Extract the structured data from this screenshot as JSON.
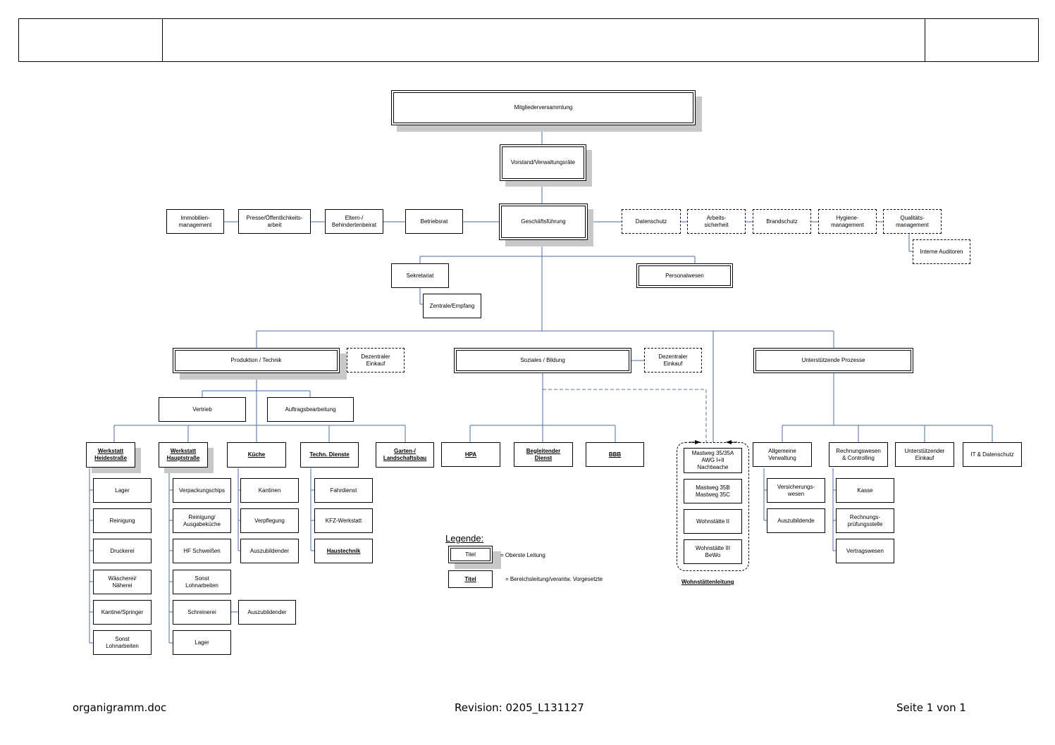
{
  "boxes": {
    "mitglieder": "Mitgliederversammlung",
    "vorstand": "Vorstand/Verwaltungsräte",
    "gf": "Geschäftsführung",
    "immobilien": "Immobilien-\nmanagement",
    "presse": "Presse/Öffentlichkeits-\narbeit",
    "eltern": "Eltern-/\nBehindertenbeirat",
    "betriebsrat": "Betriebsrat",
    "datenschutz": "Datenschutz",
    "arbeitssicherheit": "Arbeits-\nsicherheit",
    "brandschutz": "Brandschutz",
    "hygiene": "Hygiene-\nmanagement",
    "qualitaet": "Qualitäts-\nmanagement",
    "auditoren": "Interne Auditoren",
    "sekretariat": "Sekretariat",
    "personalwesen": "Personalwesen",
    "zentrale": "Zentrale/Empfang",
    "produktion": "Produktion / Technik",
    "dez_einkauf_1": "Dezentraler\nEinkauf",
    "soziales": "Soziales / Bildung",
    "dez_einkauf_2": "Dezentraler\nEinkauf",
    "unterstuetzende": "Unterstützende Prozesse",
    "vertrieb": "Vertrieb",
    "auftrag": "Auftragsbearbeitung",
    "ws_heide": "Werkstatt\nHeidestraße",
    "ws_haupt": "Werkstatt\nHauptstraße",
    "kueche": "Küche",
    "techn": "Techn. Dienste",
    "garten": "Garten-/\nLandschaftsbau",
    "hpa": "HPA",
    "begleitend": "Begleitender\nDienst",
    "bbb": "BBB",
    "mastweg35a": "Mastweg 35/35A\nAWG I+II\nNachtwache",
    "mastweg35b": "Mastweg 35B\nMastweg 35C",
    "ws2": "Wohnstätte II",
    "ws3": "Wohnstätte III\nBeWo",
    "allg_verw": "Allgemeine\nVerwaltung",
    "rechnungswesen": "Rechnungswesen\n& Controlling",
    "unterst_einkauf": "Unterstützender\nEinkauf",
    "it": "IT & Datenschutz",
    "lager1": "Lager",
    "reinigung1": "Reinigung",
    "druckerei": "Druckerei",
    "waescherei": "Wäscherei/\nNäherei",
    "kantine": "Kantine/Springer",
    "sonst1": "Sonst\nLohnarbeiten",
    "verpackung": "Verpackungschips",
    "reinigung2": "Reinigung/\nAusgabeküche",
    "hf": "HF Schweißen",
    "sonst2": "Sonst\nLohnarbeiten",
    "schreinerei": "Schreinerei",
    "azubi_schreinerei": "Auszubildender",
    "lager2": "Lager",
    "kantinen": "Kantinen",
    "verpflegung": "Verpflegung",
    "azubi_kueche": "Auszubildender",
    "fahrdienst": "Fahrdienst",
    "kfz": "KFZ-Werkstatt",
    "haustechnik": "Haustechnik",
    "versicherung": "Versicherungs-\nwesen",
    "azubi_verw": "Auszubildende",
    "kasse": "Kasse",
    "rpruefung": "Rechnungs-\nprüfungsstelle",
    "vertragswesen": "Vertragswesen",
    "legend_titel_1": "Titel",
    "legend_titel_2": "Titel"
  },
  "legend": {
    "heading": "Legende:",
    "oberste": "= Oberste Leitung",
    "bereich": "= Bereichsleitung/verantw. Vorgesetzte"
  },
  "wohnstaetten_label": "Wohnstättenleitung",
  "footer": {
    "left": "organigramm.doc",
    "center": "Revision: 0205_L131127",
    "right": "Seite 1 von 1"
  }
}
